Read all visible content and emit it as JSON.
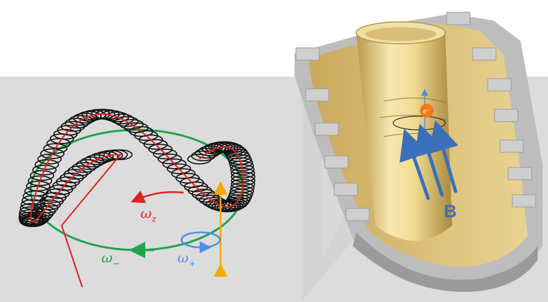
{
  "labels": {
    "omega_z": {
      "symbol": "ω",
      "sub": "z"
    },
    "omega_minus": {
      "symbol": "ω",
      "sub": "−"
    },
    "omega_plus": {
      "symbol": "ω",
      "sub": "+"
    },
    "magnetic_field": "B",
    "electron": "e⁻"
  },
  "colors": {
    "panel_bg": "#dcdcdc",
    "helix": "#111111",
    "axial_motion": "#e02020",
    "magnetron_orbit": "#1ea34a",
    "cyclotron": "#4a90e2",
    "axial_amplitude": "#f2a900",
    "field_arrows": "#3a70b8",
    "trap_gold": "#d9c07a",
    "electron": "#f07a1a"
  },
  "icons": [
    "electron-icon",
    "field-arrow-icon"
  ]
}
